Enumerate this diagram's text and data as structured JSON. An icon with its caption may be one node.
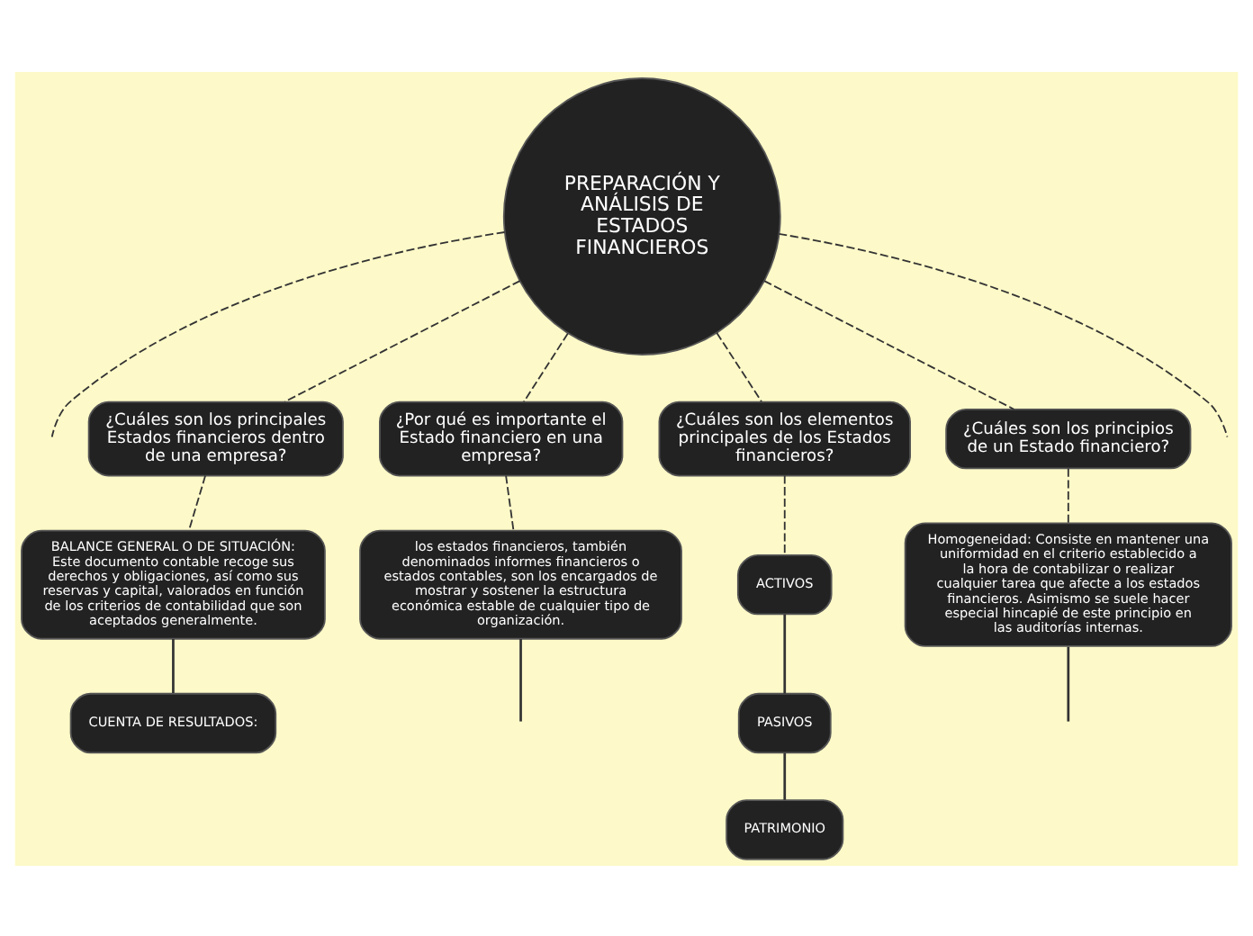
{
  "diagram": {
    "nodes": [
      {
        "text": [
          "PREPARACIÓN Y ANÁLISIS DE ESTADOS FINANCIEROS"
        ]
      },
      {
        "text": [
          "¿Cuáles son los principales Estados financieros dentro de una empresa?"
        ]
      },
      {
        "text": [
          "¿Por qué es importante el Estado financiero en una empresa?"
        ]
      },
      {
        "text": [
          "¿Cuáles son los elementos principales de los Estados financieros?"
        ]
      },
      {
        "text": [
          "¿Cuáles son los principios de un Estado financiero?"
        ]
      },
      {
        "text": [
          "BALANCE GENERAL O DE SITUACIÓN:",
          "Este documento contable recoge sus derechos y obligaciones, así como sus reservas y capital, valorados en función de los criterios de contabilidad que son aceptados generalmente."
        ]
      },
      {
        "text": [
          "CUENTA DE RESULTADOS:"
        ]
      },
      {
        "text": [
          "los estados financieros, también denominados informes financieros o estados contables, son los encargados de mostrar y sostener la estructura económica estable de cualquier tipo de organización."
        ]
      },
      {
        "text": [
          "ACTIVOS"
        ]
      },
      {
        "text": [
          "PASIVOS"
        ]
      },
      {
        "text": [
          "PATRIMONIO"
        ]
      },
      {
        "text": [
          "Homogeneidad: Consiste en mantener una uniformidad en el criterio establecido a la hora de contabilizar o realizar cualquier tarea que afecte a los estados financieros. Asimismo se suele hacer especial hincapié de este principio en las auditorías internas."
        ]
      }
    ],
    "edges": [
      {
        "from": 0,
        "to": null,
        "arrow": "none",
        "style": "dashed"
      },
      {
        "from": 0,
        "to": 1,
        "arrow": "none",
        "style": "dashed"
      },
      {
        "from": 0,
        "to": 2,
        "arrow": "none",
        "style": "dashed"
      },
      {
        "from": 0,
        "to": 3,
        "arrow": "none",
        "style": "dashed"
      },
      {
        "from": 0,
        "to": 4,
        "arrow": "none",
        "style": "dashed"
      },
      {
        "from": 0,
        "to": null,
        "arrow": "none",
        "style": "dashed"
      },
      {
        "from": 1,
        "to": 5,
        "arrow": "none",
        "style": "dashed"
      },
      {
        "from": 5,
        "to": 6,
        "arrow": "none"
      },
      {
        "from": 2,
        "to": 7,
        "arrow": "none",
        "style": "dashed"
      },
      {
        "from": 7,
        "to": null,
        "arrow": "none"
      },
      {
        "from": 3,
        "to": 8,
        "arrow": "none",
        "style": "dashed"
      },
      {
        "from": 8,
        "to": 9,
        "arrow": "none"
      },
      {
        "from": 9,
        "to": 10,
        "arrow": "none"
      },
      {
        "from": 4,
        "to": 11,
        "arrow": "none",
        "style": "dashed"
      },
      {
        "from": 11,
        "to": null,
        "arrow": "none"
      }
    ]
  }
}
